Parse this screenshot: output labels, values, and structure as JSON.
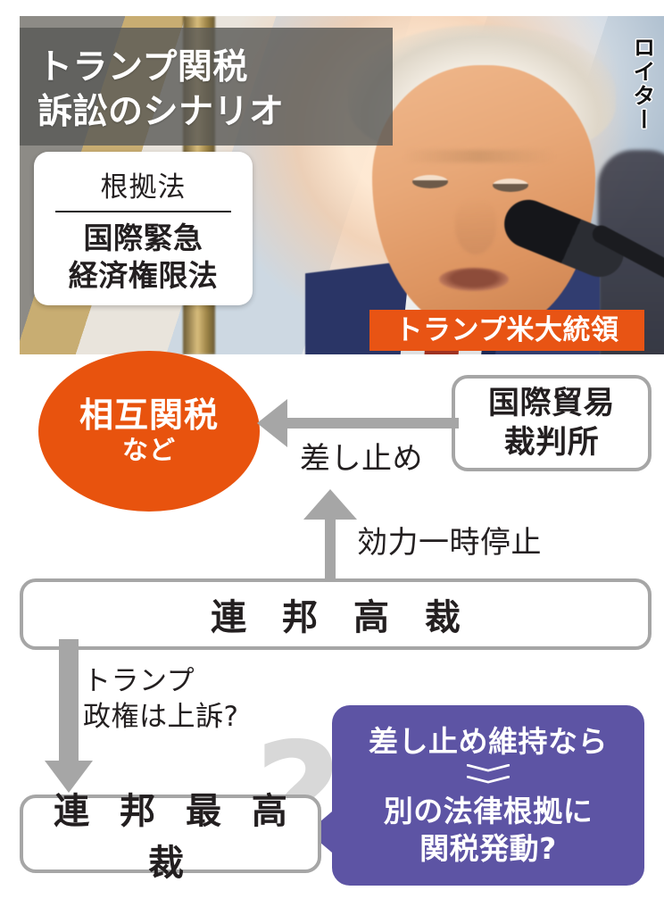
{
  "title": {
    "text": "トランプ関税\n訴訟のシナリオ"
  },
  "photo": {
    "credit": "ロイター",
    "caption": "トランプ米大統領"
  },
  "legal_basis": {
    "heading": "根拠法",
    "law": "国際緊急\n経済権限法"
  },
  "tariff_node": {
    "line1": "相互関税",
    "line2": "など"
  },
  "nodes": {
    "trade_court": "国際貿易\n裁判所",
    "federal_appeals_court": "連 邦 高 裁",
    "federal_supreme_court": "連 邦 最 高 裁"
  },
  "arrow_labels": {
    "injunction": "差し止め",
    "temporary_stay": "効力一時停止",
    "appeal_question": "トランプ\n政権は上訴?"
  },
  "watermark": {
    "question_mark": "?"
  },
  "purple_callout": {
    "condition": "差し止め維持なら",
    "outcome": "別の法律根拠に\n関税発動?"
  },
  "colors": {
    "orange": "#e8530e",
    "caption_orange": "#e85414",
    "purple": "#5d54a4",
    "gray_line": "#a6a6a6",
    "title_band": "#575755",
    "watermark_gray": "#d8d8d8",
    "text": "#231f20"
  }
}
